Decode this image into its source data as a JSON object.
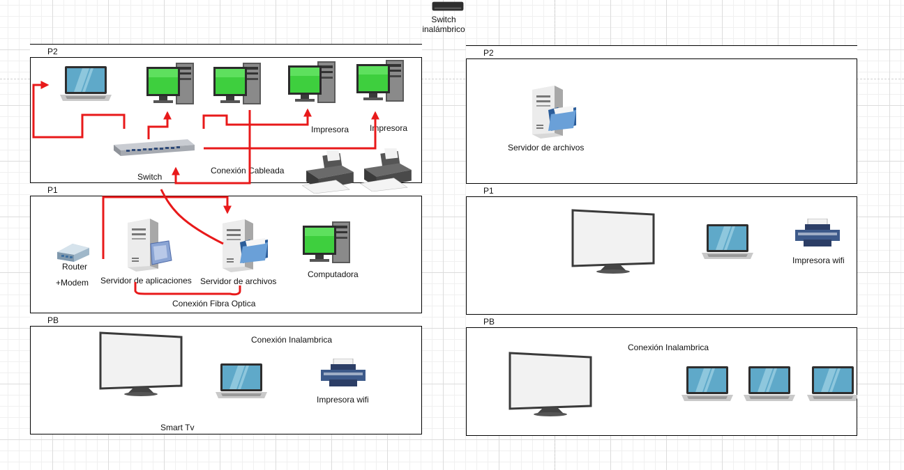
{
  "top_device": {
    "label_line1": "Switch",
    "label_line2": "inalámbrico"
  },
  "left": {
    "p2": {
      "header": "P2",
      "switch": "Switch",
      "printer1": "Impresora",
      "printer2": "Impresora",
      "wired": "Conexión Cableada"
    },
    "p1": {
      "header": "P1",
      "router": "Router",
      "modem": "+Modem",
      "app_server": "Servidor de aplicaciones",
      "file_server": "Servidor de archivos",
      "computer": "Computadora",
      "fiber": "Conexión Fibra Optica"
    },
    "pb": {
      "header": "PB",
      "wireless": "Conexión Inalambrica",
      "wifi_printer": "Impresora wifi",
      "tv": "Smart Tv"
    }
  },
  "right": {
    "p2": {
      "header": "P2",
      "file_server": "Servidor de archivos"
    },
    "p1": {
      "header": "P1",
      "wifi_printer": "Impresora wifi"
    },
    "pb": {
      "header": "PB",
      "wireless": "Conexión Inalambrica"
    }
  },
  "colors": {
    "wire": "#e8191a",
    "grid": "#dcdcdc"
  }
}
